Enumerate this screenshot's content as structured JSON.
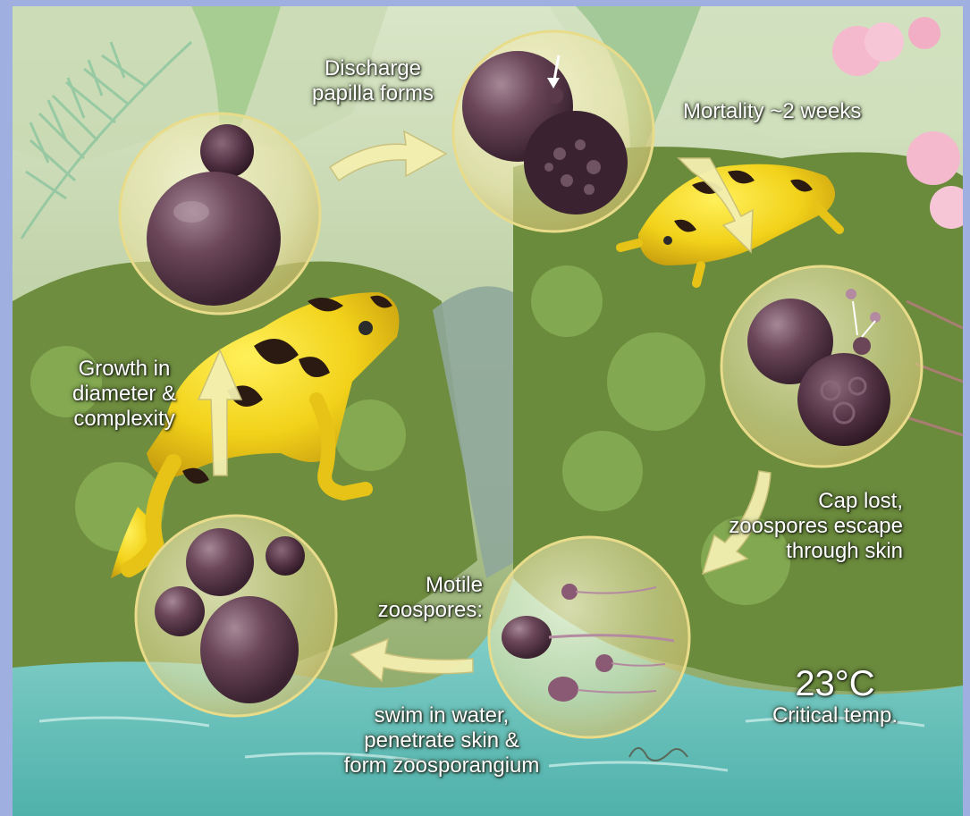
{
  "diagram": {
    "stages": [
      {
        "id": "growth",
        "text": [
          "Growth in",
          "diameter &",
          "complexity"
        ]
      },
      {
        "id": "discharge",
        "text": [
          "Discharge",
          "papilla forms"
        ]
      },
      {
        "id": "mortality",
        "text": [
          "Mortality ~2 weeks"
        ]
      },
      {
        "id": "cap",
        "text": [
          "Cap lost,",
          "zoospores escape",
          "through skin"
        ]
      },
      {
        "id": "motile",
        "text": [
          "Motile",
          "zoospores:"
        ]
      },
      {
        "id": "swim",
        "text": [
          "swim in water,",
          "penetrate skin &",
          "form zoosporangium"
        ]
      }
    ],
    "temperature": {
      "value": "23°C",
      "caption": "Critical temp."
    }
  },
  "colors": {
    "frog_yellow": "#f2d21a",
    "frog_spots": "#2b1a12",
    "sporangium": "#5a3a4a",
    "bubble": "#efe7a8",
    "water": "#6cc7c0",
    "foliage": "#6b8a3e",
    "arrow": "#f3efb0"
  }
}
